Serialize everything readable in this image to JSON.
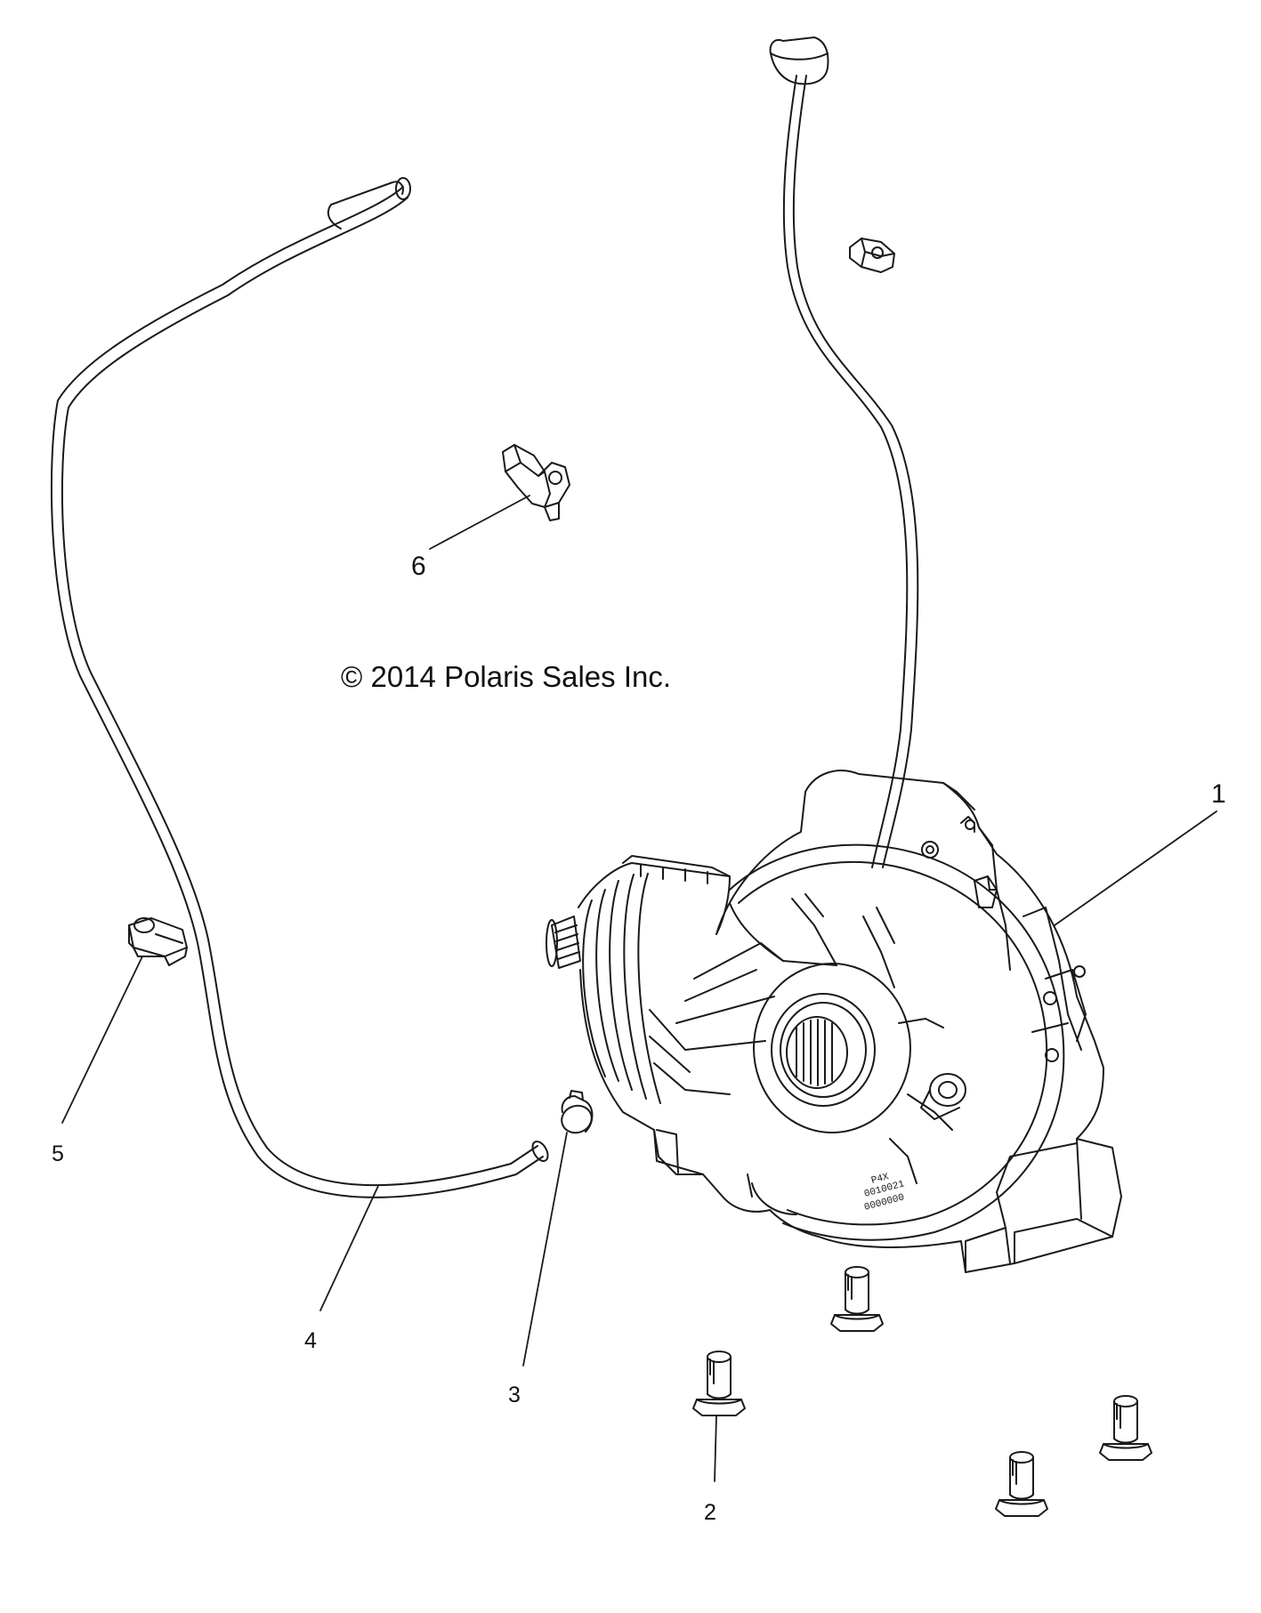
{
  "copyright": "© 2014 Polaris Sales Inc.",
  "callouts": {
    "c1": "1",
    "c2": "2",
    "c3": "3",
    "c4": "4",
    "c5": "5",
    "c6": "6"
  },
  "housing_stamp": [
    "P4X",
    "0010021",
    "0000000"
  ],
  "parts": {
    "p1": "gearcase-assembly-icon",
    "p2": "flange-bolt-icon",
    "p3": "hose-clamp-icon",
    "p4": "vent-hose-icon",
    "p5": "hose-retainer-icon",
    "p6": "hose-clip-icon"
  },
  "colors": {
    "line": "#1a1a1a",
    "background": "#ffffff"
  }
}
